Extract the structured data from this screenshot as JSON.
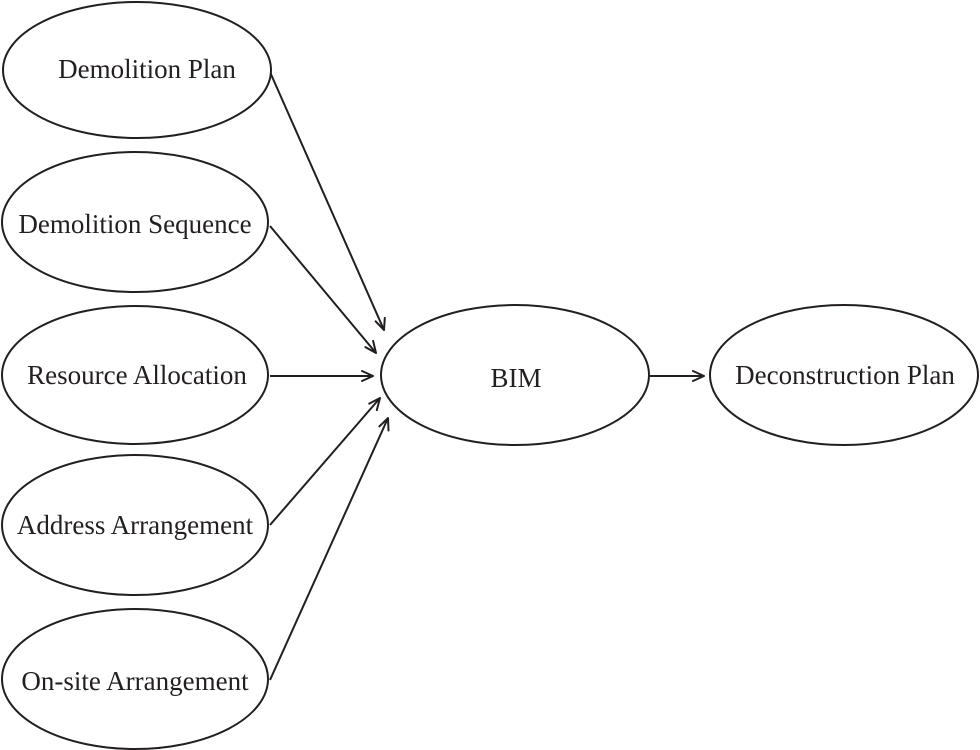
{
  "diagram": {
    "nodes": [
      {
        "id": "demolition_plan",
        "label": "Demolition Plan"
      },
      {
        "id": "demolition_sequence",
        "label": "Demolition Sequence"
      },
      {
        "id": "resource_allocation",
        "label": "Resource Allocation"
      },
      {
        "id": "address_arrangement",
        "label": "Address Arrangement"
      },
      {
        "id": "onsite_arrangement",
        "label": "On-site Arrangement"
      },
      {
        "id": "bim",
        "label": "BIM"
      },
      {
        "id": "deconstruction_plan",
        "label": "Deconstruction Plan"
      }
    ],
    "edges": [
      {
        "from": "demolition_plan",
        "to": "bim"
      },
      {
        "from": "demolition_sequence",
        "to": "bim"
      },
      {
        "from": "resource_allocation",
        "to": "bim"
      },
      {
        "from": "address_arrangement",
        "to": "bim"
      },
      {
        "from": "onsite_arrangement",
        "to": "bim"
      },
      {
        "from": "bim",
        "to": "deconstruction_plan"
      }
    ],
    "colors": {
      "stroke": "#231f20",
      "fill": "#ffffff",
      "text": "#231f20"
    }
  }
}
